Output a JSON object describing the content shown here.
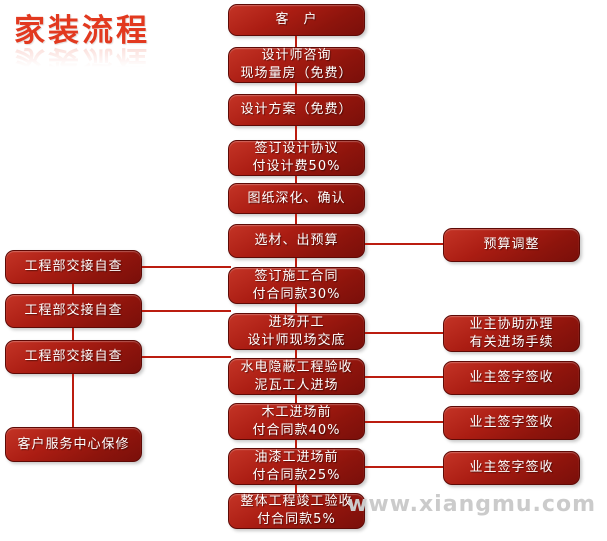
{
  "title": "家装流程",
  "watermark": "www.xiangmu.com",
  "colors": {
    "box_gradient_top": "#c43426",
    "box_gradient_bottom": "#7a0f0a",
    "box_border": "#5e0a06",
    "connector": "#bb1d10",
    "title_text": "#e2391f",
    "box_text": "#ffffff",
    "watermark_text": "#cbcbcb",
    "background": "#ffffff"
  },
  "flow": {
    "main": [
      {
        "label": [
          "客　户"
        ]
      },
      {
        "label": [
          "设计师咨询",
          "现场量房（免费）"
        ]
      },
      {
        "label": [
          "设计方案（免费）"
        ]
      },
      {
        "label": [
          "签订设计协议",
          "付设计费50%"
        ]
      },
      {
        "label": [
          "图纸深化、确认"
        ]
      },
      {
        "label": [
          "选材、出预算"
        ]
      },
      {
        "label": [
          "签订施工合同",
          "付合同款30%"
        ]
      },
      {
        "label": [
          "进场开工",
          "设计师现场交底"
        ]
      },
      {
        "label": [
          "水电隐蔽工程验收",
          "泥瓦工人进场"
        ]
      },
      {
        "label": [
          "木工进场前",
          "付合同款40%"
        ]
      },
      {
        "label": [
          "油漆工进场前",
          "付合同款25%"
        ]
      },
      {
        "label": [
          "整体工程竣工验收",
          "付合同款5%"
        ]
      }
    ],
    "left": [
      {
        "label": [
          "工程部交接自查"
        ]
      },
      {
        "label": [
          "工程部交接自查"
        ]
      },
      {
        "label": [
          "工程部交接自查"
        ]
      },
      {
        "label": [
          "客户服务中心保修"
        ]
      }
    ],
    "right": [
      {
        "label": [
          "预算调整"
        ]
      },
      {
        "label": [
          "业主协助办理",
          "有关进场手续"
        ]
      },
      {
        "label": [
          "业主签字签收"
        ]
      },
      {
        "label": [
          "业主签字签收"
        ]
      },
      {
        "label": [
          "业主签字签收"
        ]
      }
    ]
  }
}
